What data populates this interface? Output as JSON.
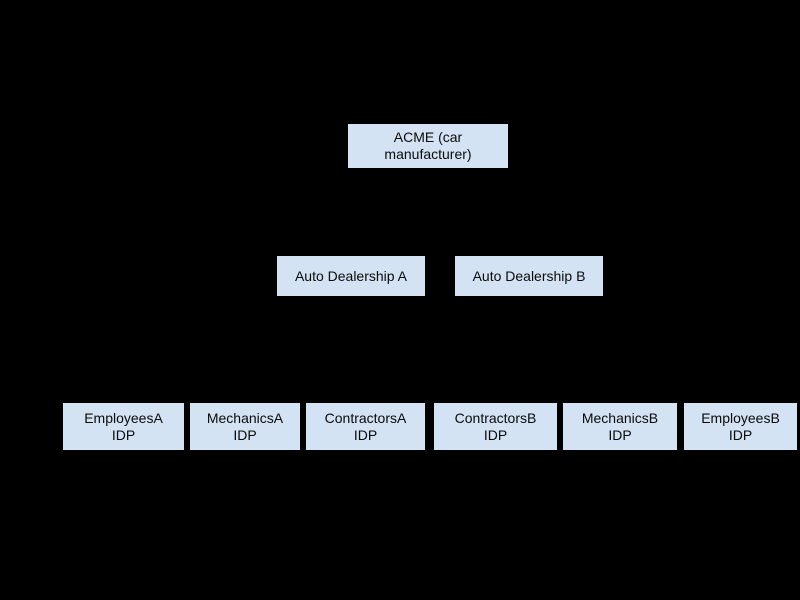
{
  "diagram": {
    "type": "hierarchy-tree",
    "background_color": "#000000",
    "node_fill_color": "#d4e3f4",
    "node_text_color": "#0a0a0a",
    "edge_color": "#000000",
    "tiers": [
      {
        "level": 1,
        "name": "manufacturer",
        "nodes": [
          {
            "id": "acme",
            "label": "ACME (car\nmanufacturer)"
          }
        ]
      },
      {
        "level": 2,
        "name": "dealerships",
        "nodes": [
          {
            "id": "dealer-a",
            "label": "Auto Dealership A"
          },
          {
            "id": "dealer-b",
            "label": "Auto Dealership B"
          }
        ]
      },
      {
        "level": 3,
        "name": "identity-providers",
        "nodes": [
          {
            "id": "employeesa-idp",
            "label": "EmployeesA\nIDP"
          },
          {
            "id": "mechanicsa-idp",
            "label": "MechanicsA\nIDP"
          },
          {
            "id": "contractorsa-idp",
            "label": "ContractorsA\nIDP"
          },
          {
            "id": "contractorsb-idp",
            "label": "ContractorsB\nIDP"
          },
          {
            "id": "mechanicsb-idp",
            "label": "MechanicsB\nIDP"
          },
          {
            "id": "employeesb-idp",
            "label": "EmployeesB\nIDP"
          }
        ]
      }
    ],
    "edges": [
      {
        "from": "acme",
        "to": "dealer-a"
      },
      {
        "from": "acme",
        "to": "dealer-b"
      },
      {
        "from": "dealer-a",
        "to": "employeesa-idp"
      },
      {
        "from": "dealer-a",
        "to": "mechanicsa-idp"
      },
      {
        "from": "dealer-a",
        "to": "contractorsa-idp"
      },
      {
        "from": "dealer-b",
        "to": "contractorsb-idp"
      },
      {
        "from": "dealer-b",
        "to": "mechanicsb-idp"
      },
      {
        "from": "dealer-b",
        "to": "employeesb-idp"
      }
    ]
  }
}
